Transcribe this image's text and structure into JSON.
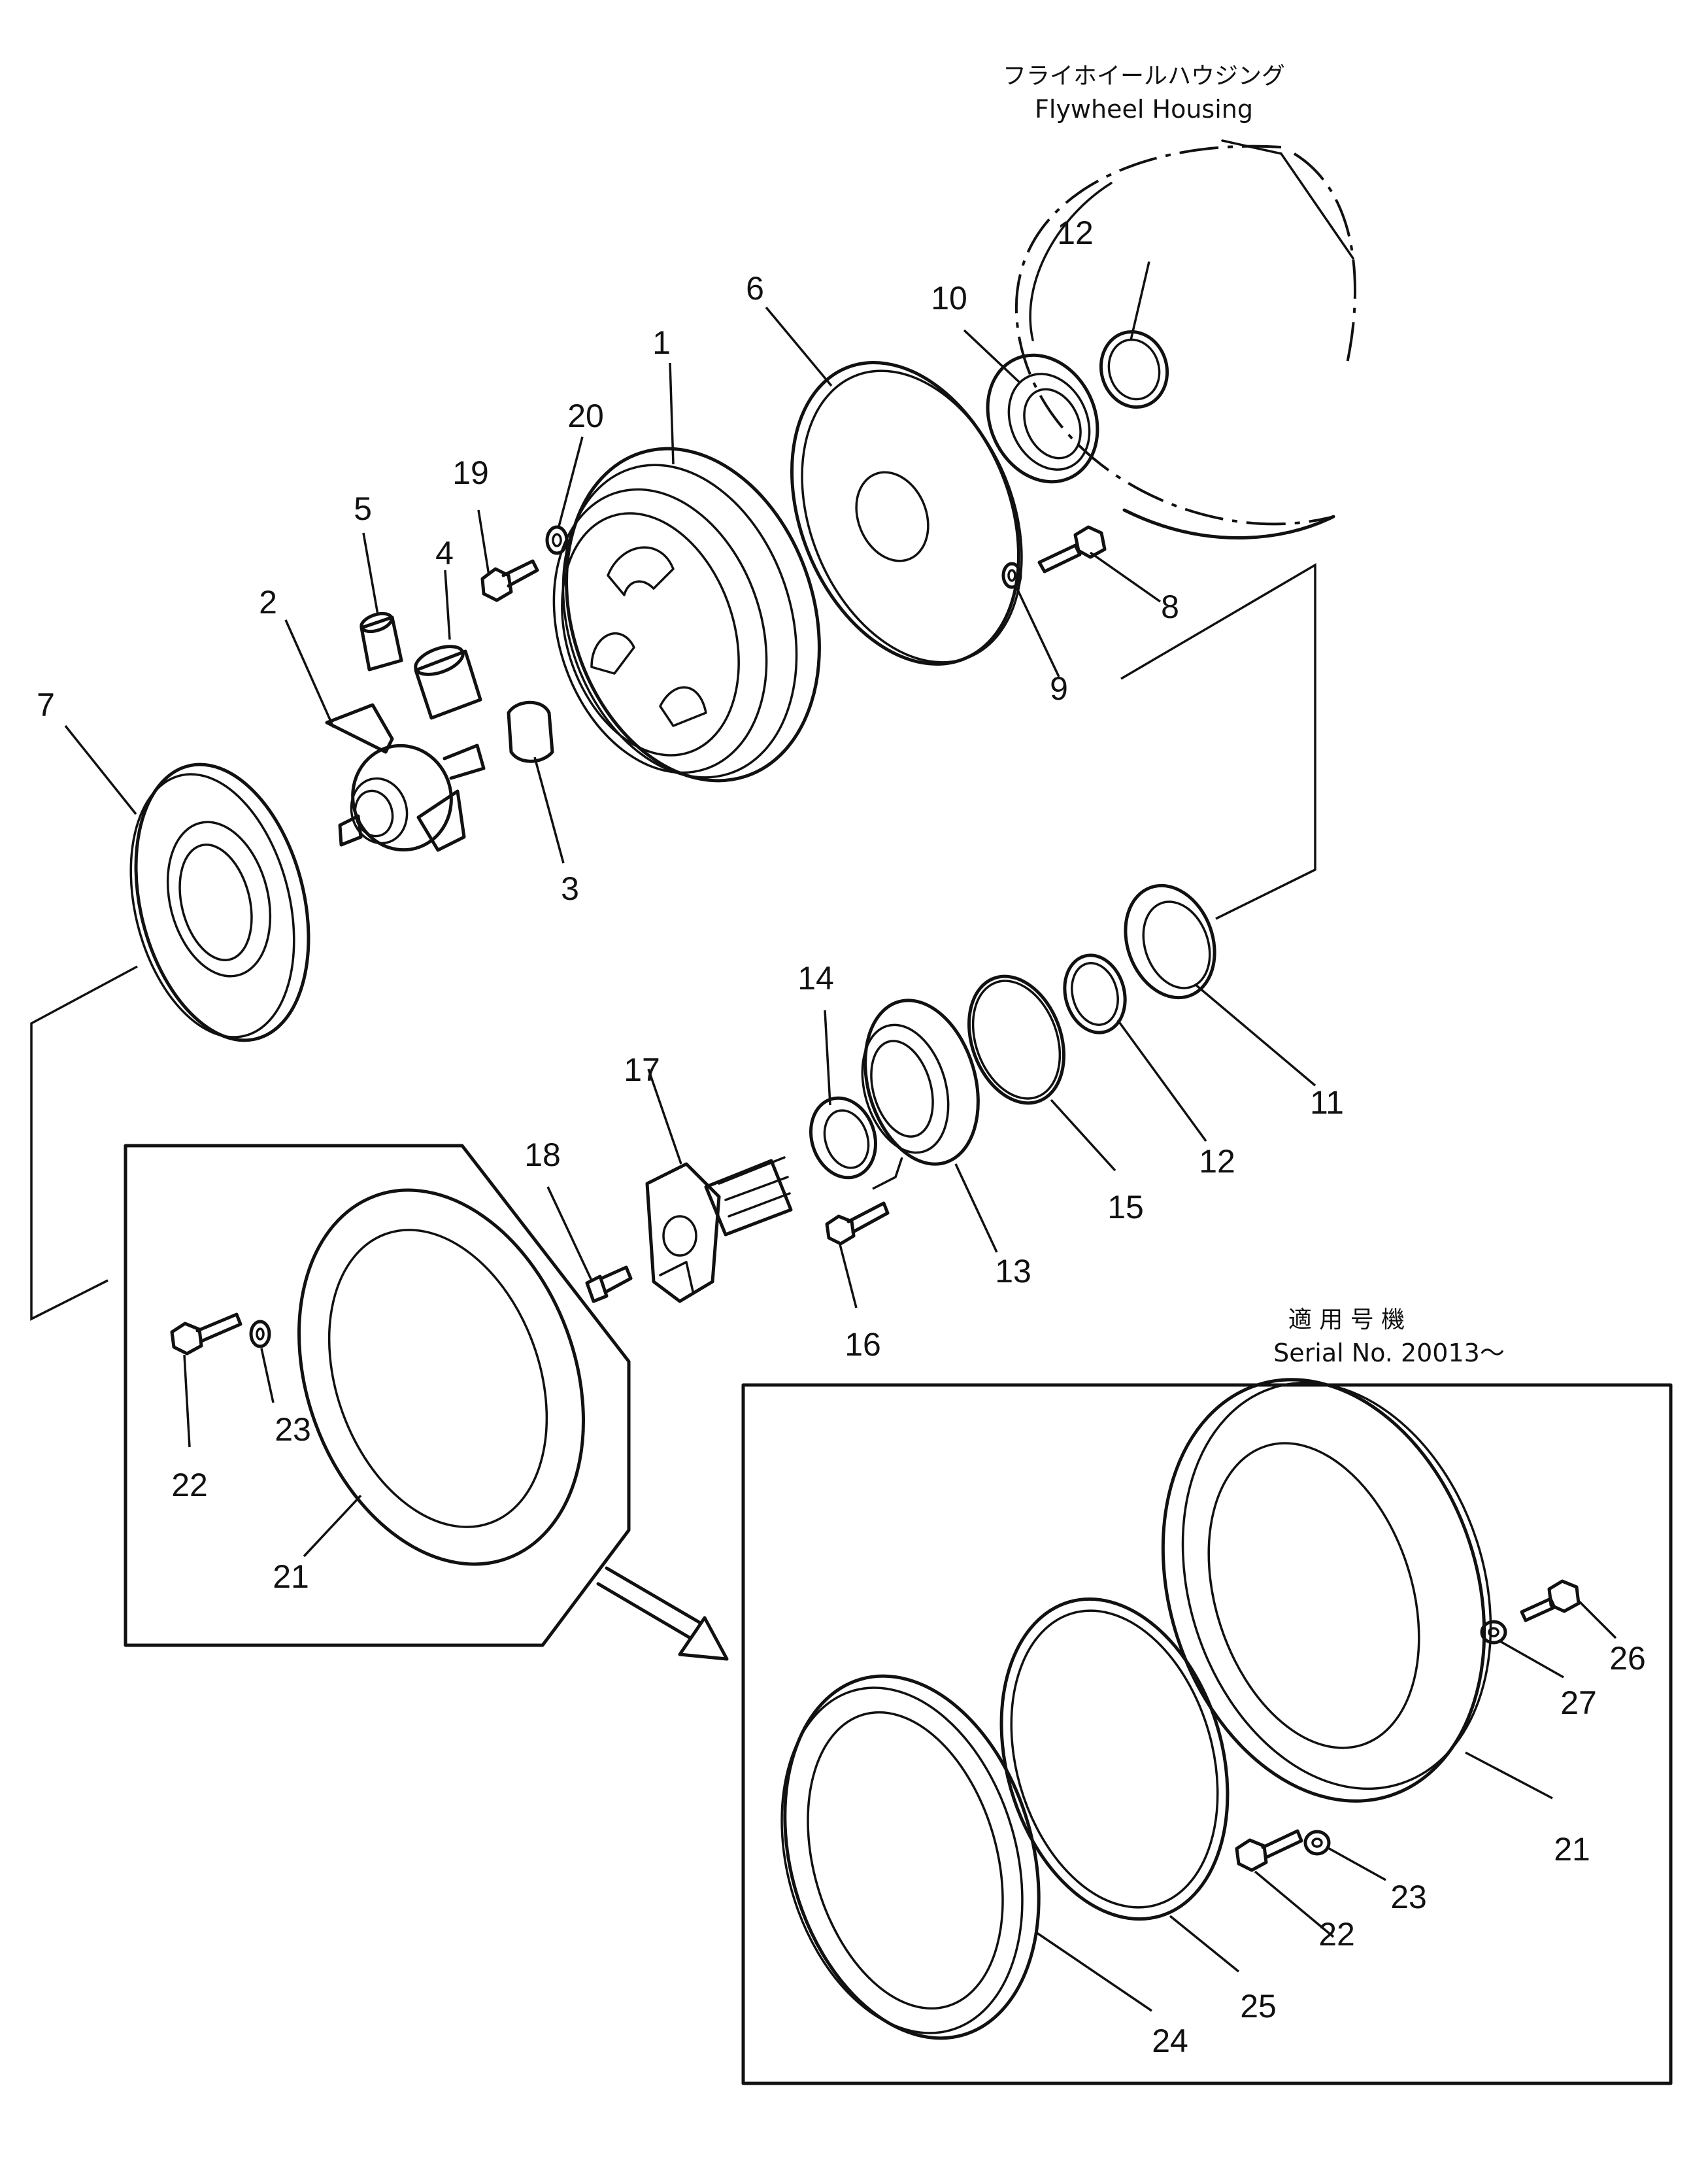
{
  "captions": {
    "housing_jp": "フライホイールハウジング",
    "housing_en": "Flywheel Housing",
    "serial_jp": "適 用 号 機",
    "serial_en": "Serial No. 20013～"
  },
  "callouts": [
    "1",
    "2",
    "3",
    "4",
    "5",
    "6",
    "7",
    "8",
    "9",
    "10",
    "11",
    "12",
    "12",
    "13",
    "14",
    "15",
    "16",
    "17",
    "18",
    "19",
    "20",
    "21",
    "21",
    "22",
    "22",
    "23",
    "23",
    "24",
    "25",
    "26",
    "27"
  ]
}
